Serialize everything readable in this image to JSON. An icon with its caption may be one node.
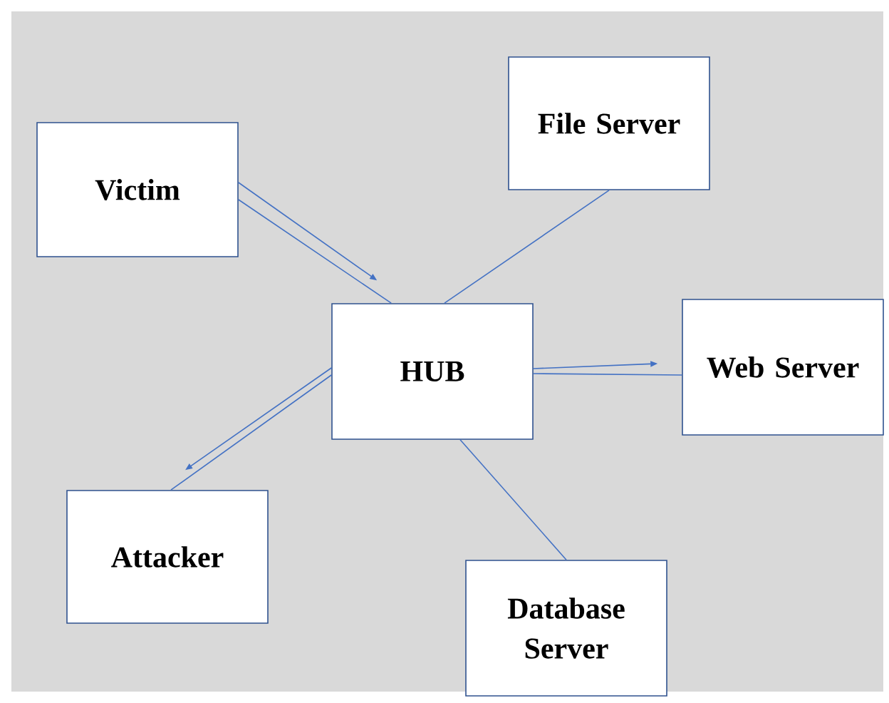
{
  "diagram": {
    "nodes": [
      {
        "text": [
          "Victim"
        ]
      },
      {
        "text": [
          "File Server"
        ]
      },
      {
        "text": [
          "HUB"
        ]
      },
      {
        "text": [
          "Web Server"
        ]
      },
      {
        "text": [
          "Attacker"
        ]
      },
      {
        "text": [
          "Database Server"
        ]
      }
    ],
    "edges": [
      {
        "from": 0,
        "to": 2,
        "arrow": "to"
      },
      {
        "from": 0,
        "to": 2,
        "arrow": "none"
      },
      {
        "from": 2,
        "to": 3,
        "arrow": "to"
      },
      {
        "from": 2,
        "to": 3,
        "arrow": "none"
      },
      {
        "from": 2,
        "to": 4,
        "arrow": "to"
      },
      {
        "from": 2,
        "to": 4,
        "arrow": "none"
      },
      {
        "from": 1,
        "to": 2,
        "arrow": "none"
      },
      {
        "from": 2,
        "to": 5,
        "arrow": "none"
      }
    ]
  }
}
